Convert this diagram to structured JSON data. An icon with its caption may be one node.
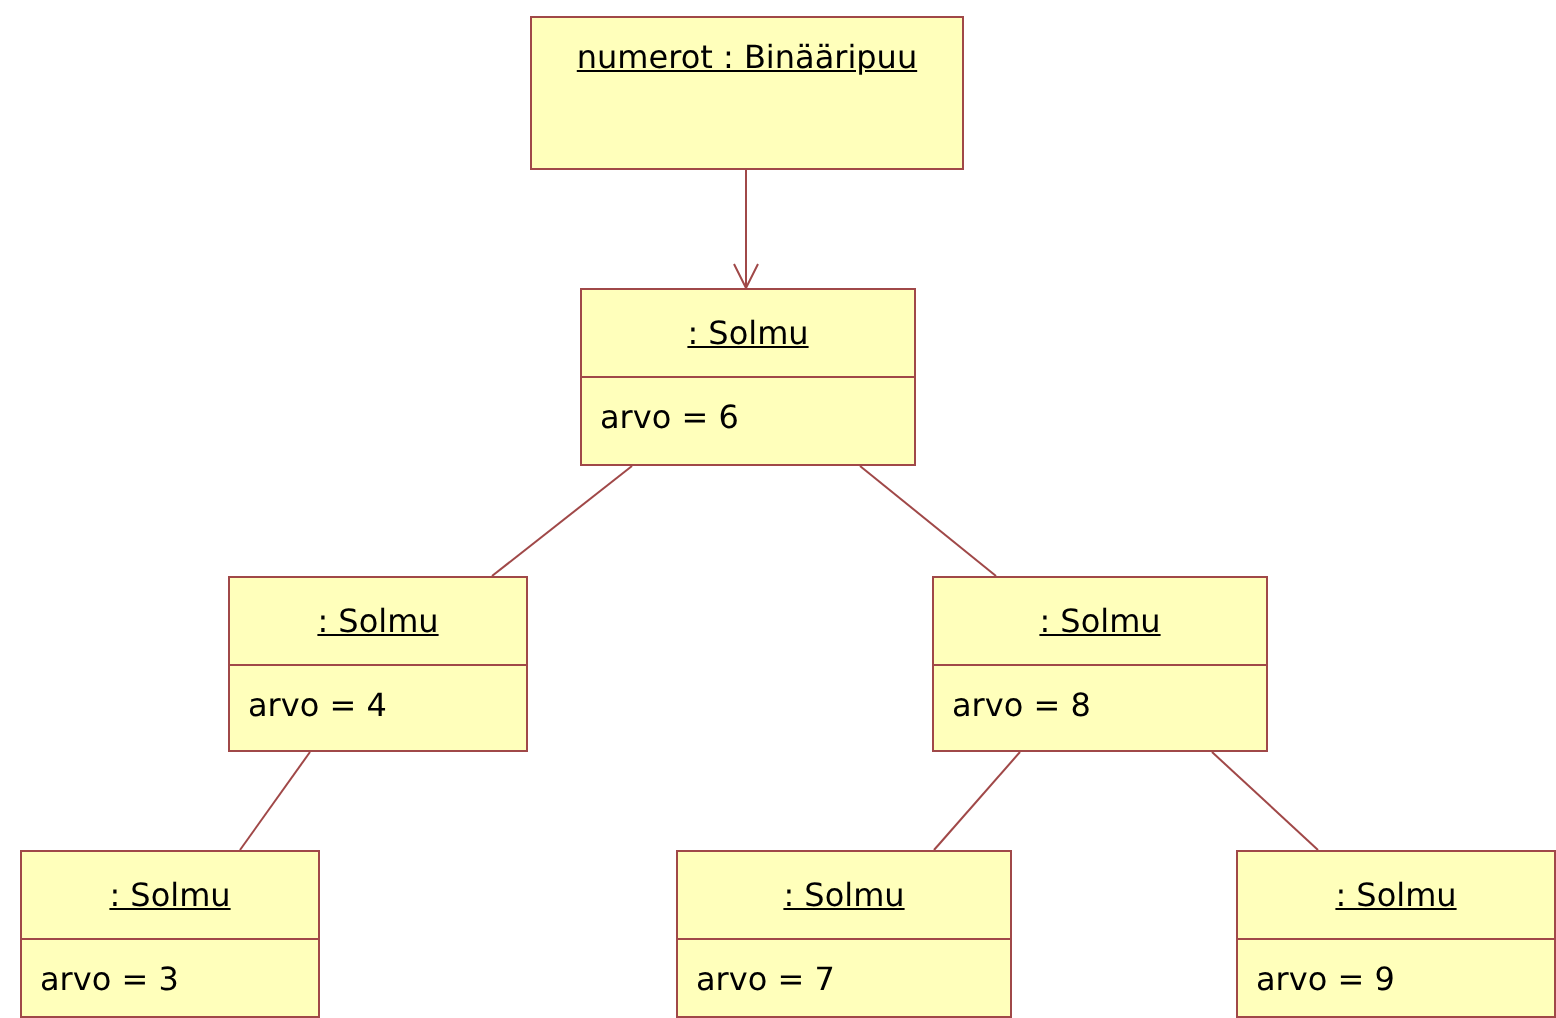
{
  "diagram": {
    "nodes": [
      {
        "text": [
          "numerot : Binääripuu"
        ]
      },
      {
        "text": [
          ": Solmu",
          "arvo = 6"
        ]
      },
      {
        "text": [
          ": Solmu",
          "arvo = 4"
        ]
      },
      {
        "text": [
          ": Solmu",
          "arvo = 8"
        ]
      },
      {
        "text": [
          ": Solmu",
          "arvo = 3"
        ]
      },
      {
        "text": [
          ": Solmu",
          "arvo = 7"
        ]
      },
      {
        "text": [
          ": Solmu",
          "arvo = 9"
        ]
      }
    ],
    "edges": [
      {
        "from": 0,
        "to": 1,
        "arrow": "to"
      },
      {
        "from": 1,
        "to": 2,
        "arrow": "none"
      },
      {
        "from": 1,
        "to": 3,
        "arrow": "none"
      },
      {
        "from": 2,
        "to": 4,
        "arrow": "none"
      },
      {
        "from": 3,
        "to": 5,
        "arrow": "none"
      },
      {
        "from": 3,
        "to": 6,
        "arrow": "none"
      }
    ]
  }
}
